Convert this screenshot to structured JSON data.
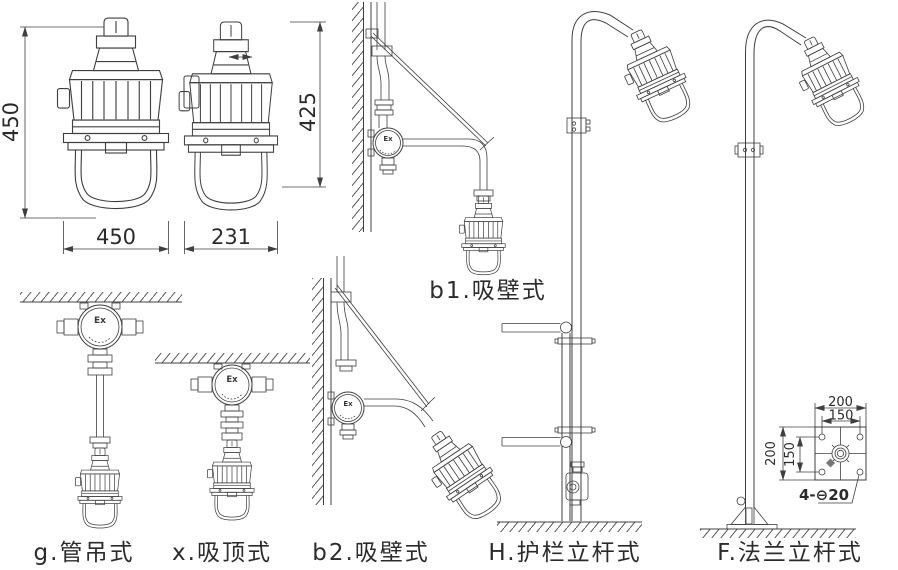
{
  "colors": {
    "line": "#3f3f3f",
    "text": "#2b2b2b",
    "background": "#ffffff"
  },
  "ex_mark": "Ex",
  "views": {
    "front": {
      "height_dim": "450",
      "width_dim": "450"
    },
    "side": {
      "height_dim": "425",
      "width_dim": "231"
    }
  },
  "mounts": {
    "b1": {
      "label": "b1.吸壁式"
    },
    "g": {
      "label": "g.管吊式"
    },
    "x": {
      "label": "x.吸顶式"
    },
    "b2": {
      "label": "b2.吸壁式"
    },
    "H": {
      "label": "H.护栏立杆式"
    },
    "F": {
      "label": "F.法兰立杆式"
    }
  },
  "flange_detail": {
    "width_outer": "200",
    "width_holes": "150",
    "height_outer": "200",
    "height_holes": "150",
    "holes_label": "4-⊖20"
  }
}
